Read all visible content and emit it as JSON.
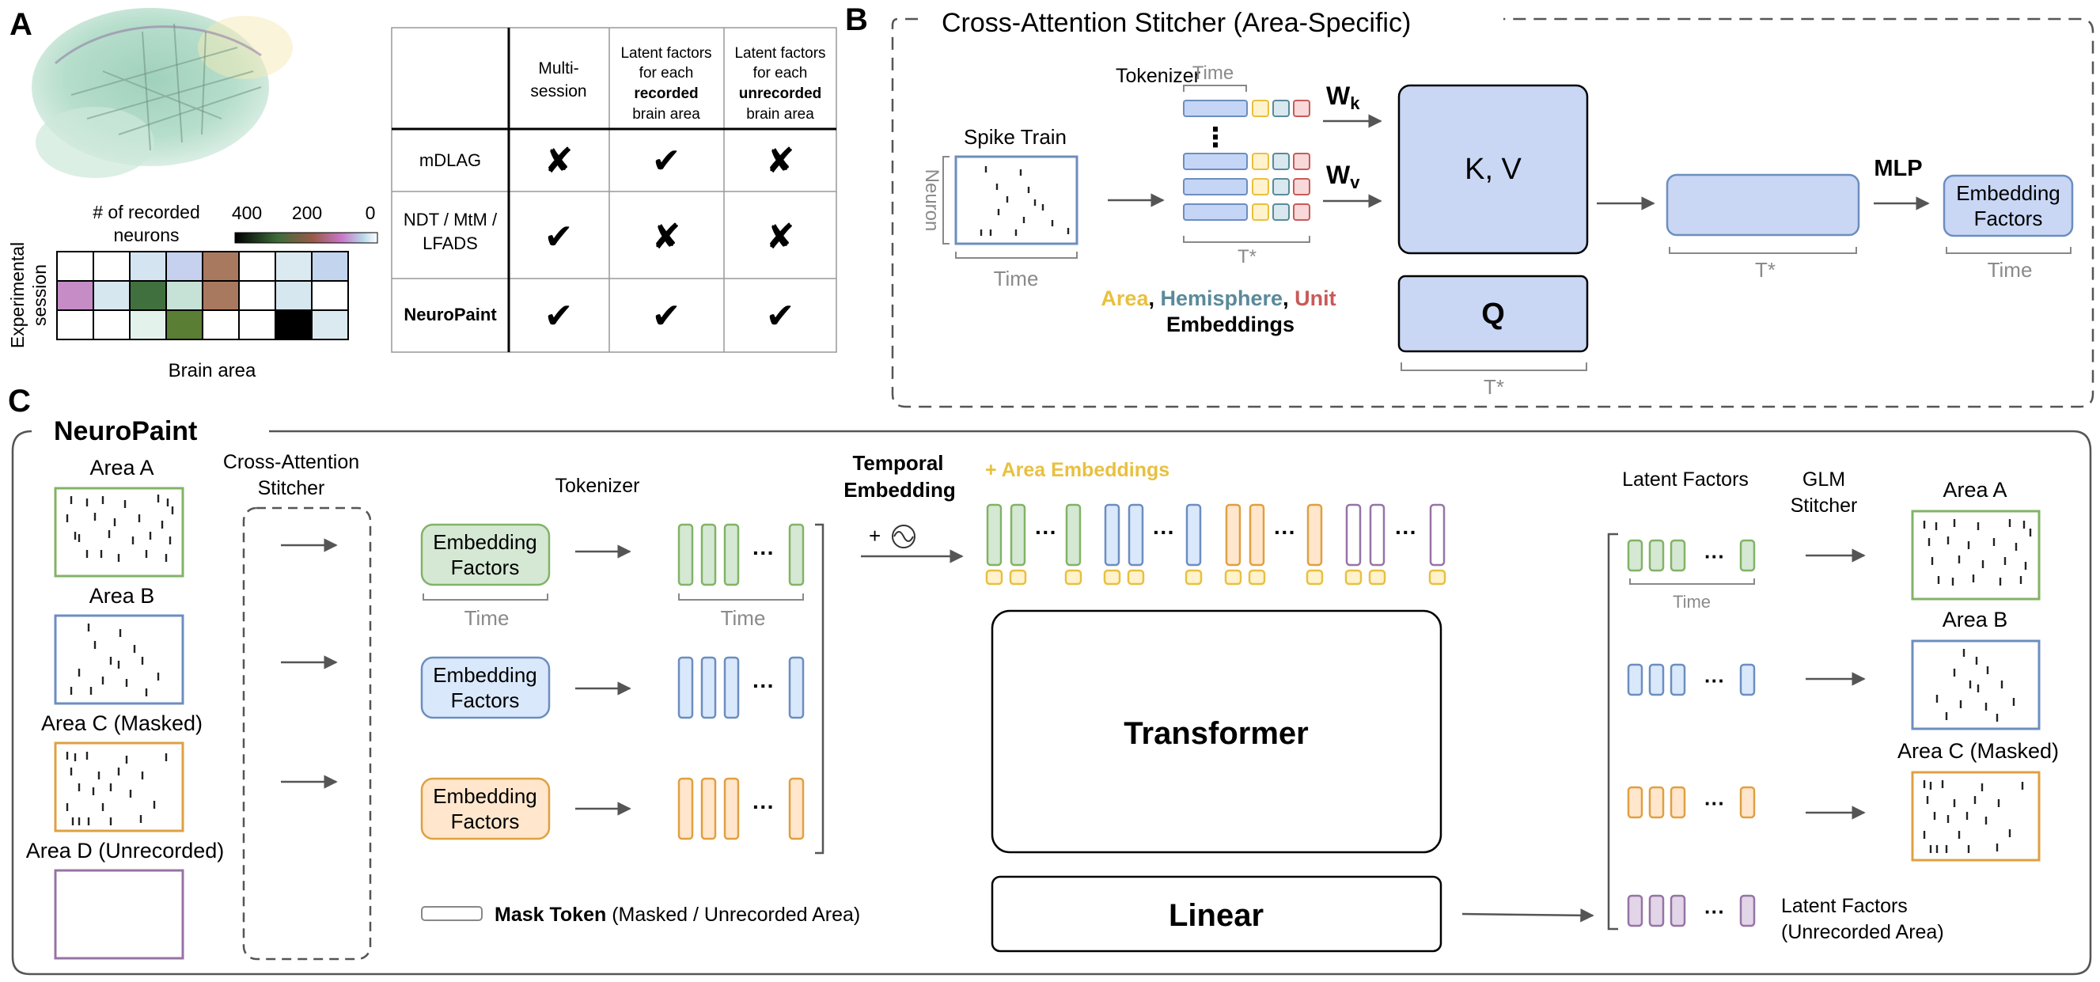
{
  "panel_a": {
    "letter": "A",
    "legend_title": "# of recorded",
    "legend_title2": "neurons",
    "legend_ticks": [
      "400",
      "200",
      "0"
    ],
    "grid_ylabel_1": "Experimental",
    "grid_ylabel_2": "session",
    "grid_xlabel": "Brain area",
    "table": {
      "headers": [
        [
          "Multi-",
          "session"
        ],
        [
          "Latent factors",
          "for each",
          "recorded",
          "brain area"
        ],
        [
          "Latent factors",
          "for each",
          "unrecorded",
          "brain area"
        ]
      ],
      "rows": [
        {
          "name": [
            "mDLAG"
          ],
          "marks": [
            "✘",
            "✔",
            "✘"
          ]
        },
        {
          "name": [
            "NDT / MtM /",
            "LFADS"
          ],
          "marks": [
            "✔",
            "✘",
            "✘"
          ]
        },
        {
          "name": [
            "NeuroPaint"
          ],
          "marks": [
            "✔",
            "✔",
            "✔"
          ]
        }
      ]
    }
  },
  "panel_b": {
    "letter": "B",
    "title": "Cross-Attention Stitcher (Area-Specific)",
    "spike_train": "Spike Train",
    "neuron": "Neuron",
    "time": "Time",
    "tokenizer": "Tokenizer",
    "tstar": "T*",
    "emb_area": "Area",
    "emb_hemi": "Hemisphere",
    "emb_unit": "Unit",
    "embeddings": "Embeddings",
    "wk": "W",
    "wk_sub": "k",
    "wv": "W",
    "wv_sub": "v",
    "kv": "K, V",
    "q": "Q",
    "mlp": "MLP",
    "emb_factors_1": "Embedding",
    "emb_factors_2": "Factors"
  },
  "panel_c": {
    "letter": "C",
    "title": "NeuroPaint",
    "areas": [
      "Area A",
      "Area B",
      "Area C (Masked)",
      "Area D (Unrecorded)"
    ],
    "stitcher_1": "Cross-Attention",
    "stitcher_2": "Stitcher",
    "tokenizer": "Tokenizer",
    "time": "Time",
    "emb_factors_1": "Embedding",
    "emb_factors_2": "Factors",
    "temporal_1": "Temporal",
    "temporal_2": "Embedding",
    "plus": "+",
    "area_emb": "+ Area Embeddings",
    "transformer": "Transformer",
    "linear": "Linear",
    "mask_token": "Mask Token",
    "mask_note": "(Masked / Unrecorded Area)",
    "latent": "Latent Factors",
    "glm_1": "GLM",
    "glm_2": "Stitcher",
    "out_areas": [
      "Area A",
      "Area B",
      "Area C (Masked)"
    ],
    "latent_unrec_1": "Latent Factors",
    "latent_unrec_2": "(Unrecorded Area)",
    "dots": "···"
  },
  "colors": {
    "green": "#82b366",
    "green_fill": "#d5e8d4",
    "blue": "#6c8ebf",
    "blue_fill": "#dae8fc",
    "orange": "#e0a040",
    "orange_fill": "#ffe6cc",
    "purple": "#9673a6",
    "purple_fill": "#e1d5e7",
    "yellow": "#e8c040",
    "teal": "#5a8a9a",
    "red": "#c85a5a"
  }
}
